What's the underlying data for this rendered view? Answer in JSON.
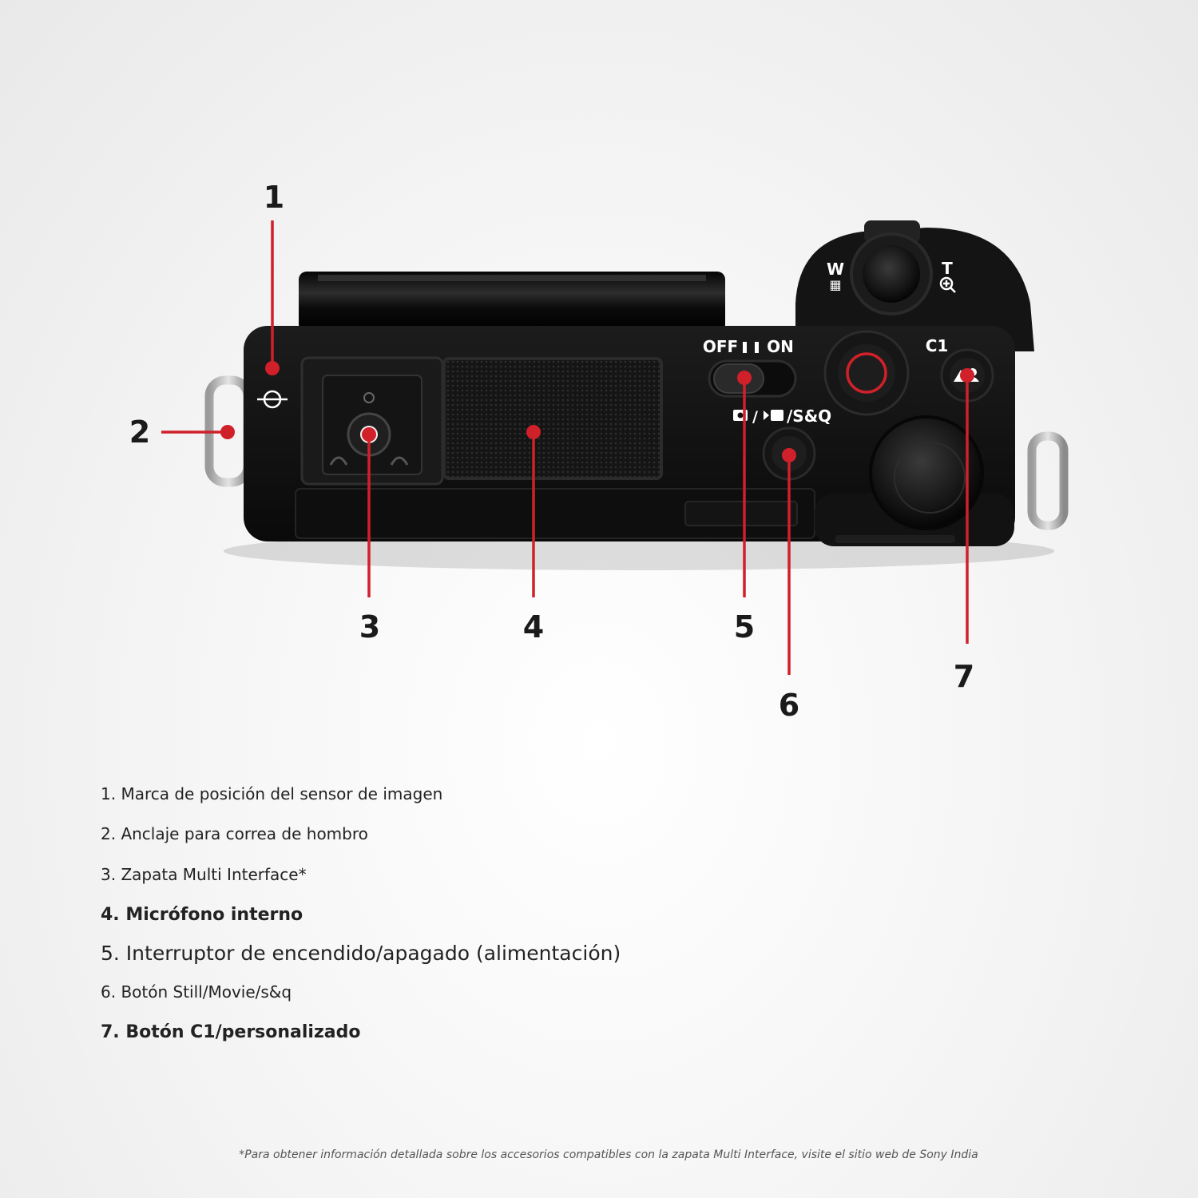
{
  "camera": {
    "dial_labels": {
      "wide": "W",
      "tele": "T"
    },
    "switch_label_off": "OFF",
    "switch_label_on": "ON",
    "mode_label": "/S&Q",
    "custom_button_label": "C1",
    "accent_color": "#d0202a",
    "body_color": "#111111"
  },
  "callouts": [
    "1",
    "2",
    "3",
    "4",
    "5",
    "6",
    "7"
  ],
  "legend": [
    "1. Marca de posición del sensor de imagen",
    "2. Anclaje para correa de hombro",
    "3. Zapata Multi Interface*",
    "4. Micrófono interno",
    "5. Interruptor de encendido/apagado (alimentación)",
    "6. Botón Still/Movie/s&q",
    "7. Botón C1/personalizado"
  ],
  "footnote": "*Para obtener información detallada sobre los accesorios compatibles con la zapata Multi Interface, visite el sitio web de Sony India"
}
